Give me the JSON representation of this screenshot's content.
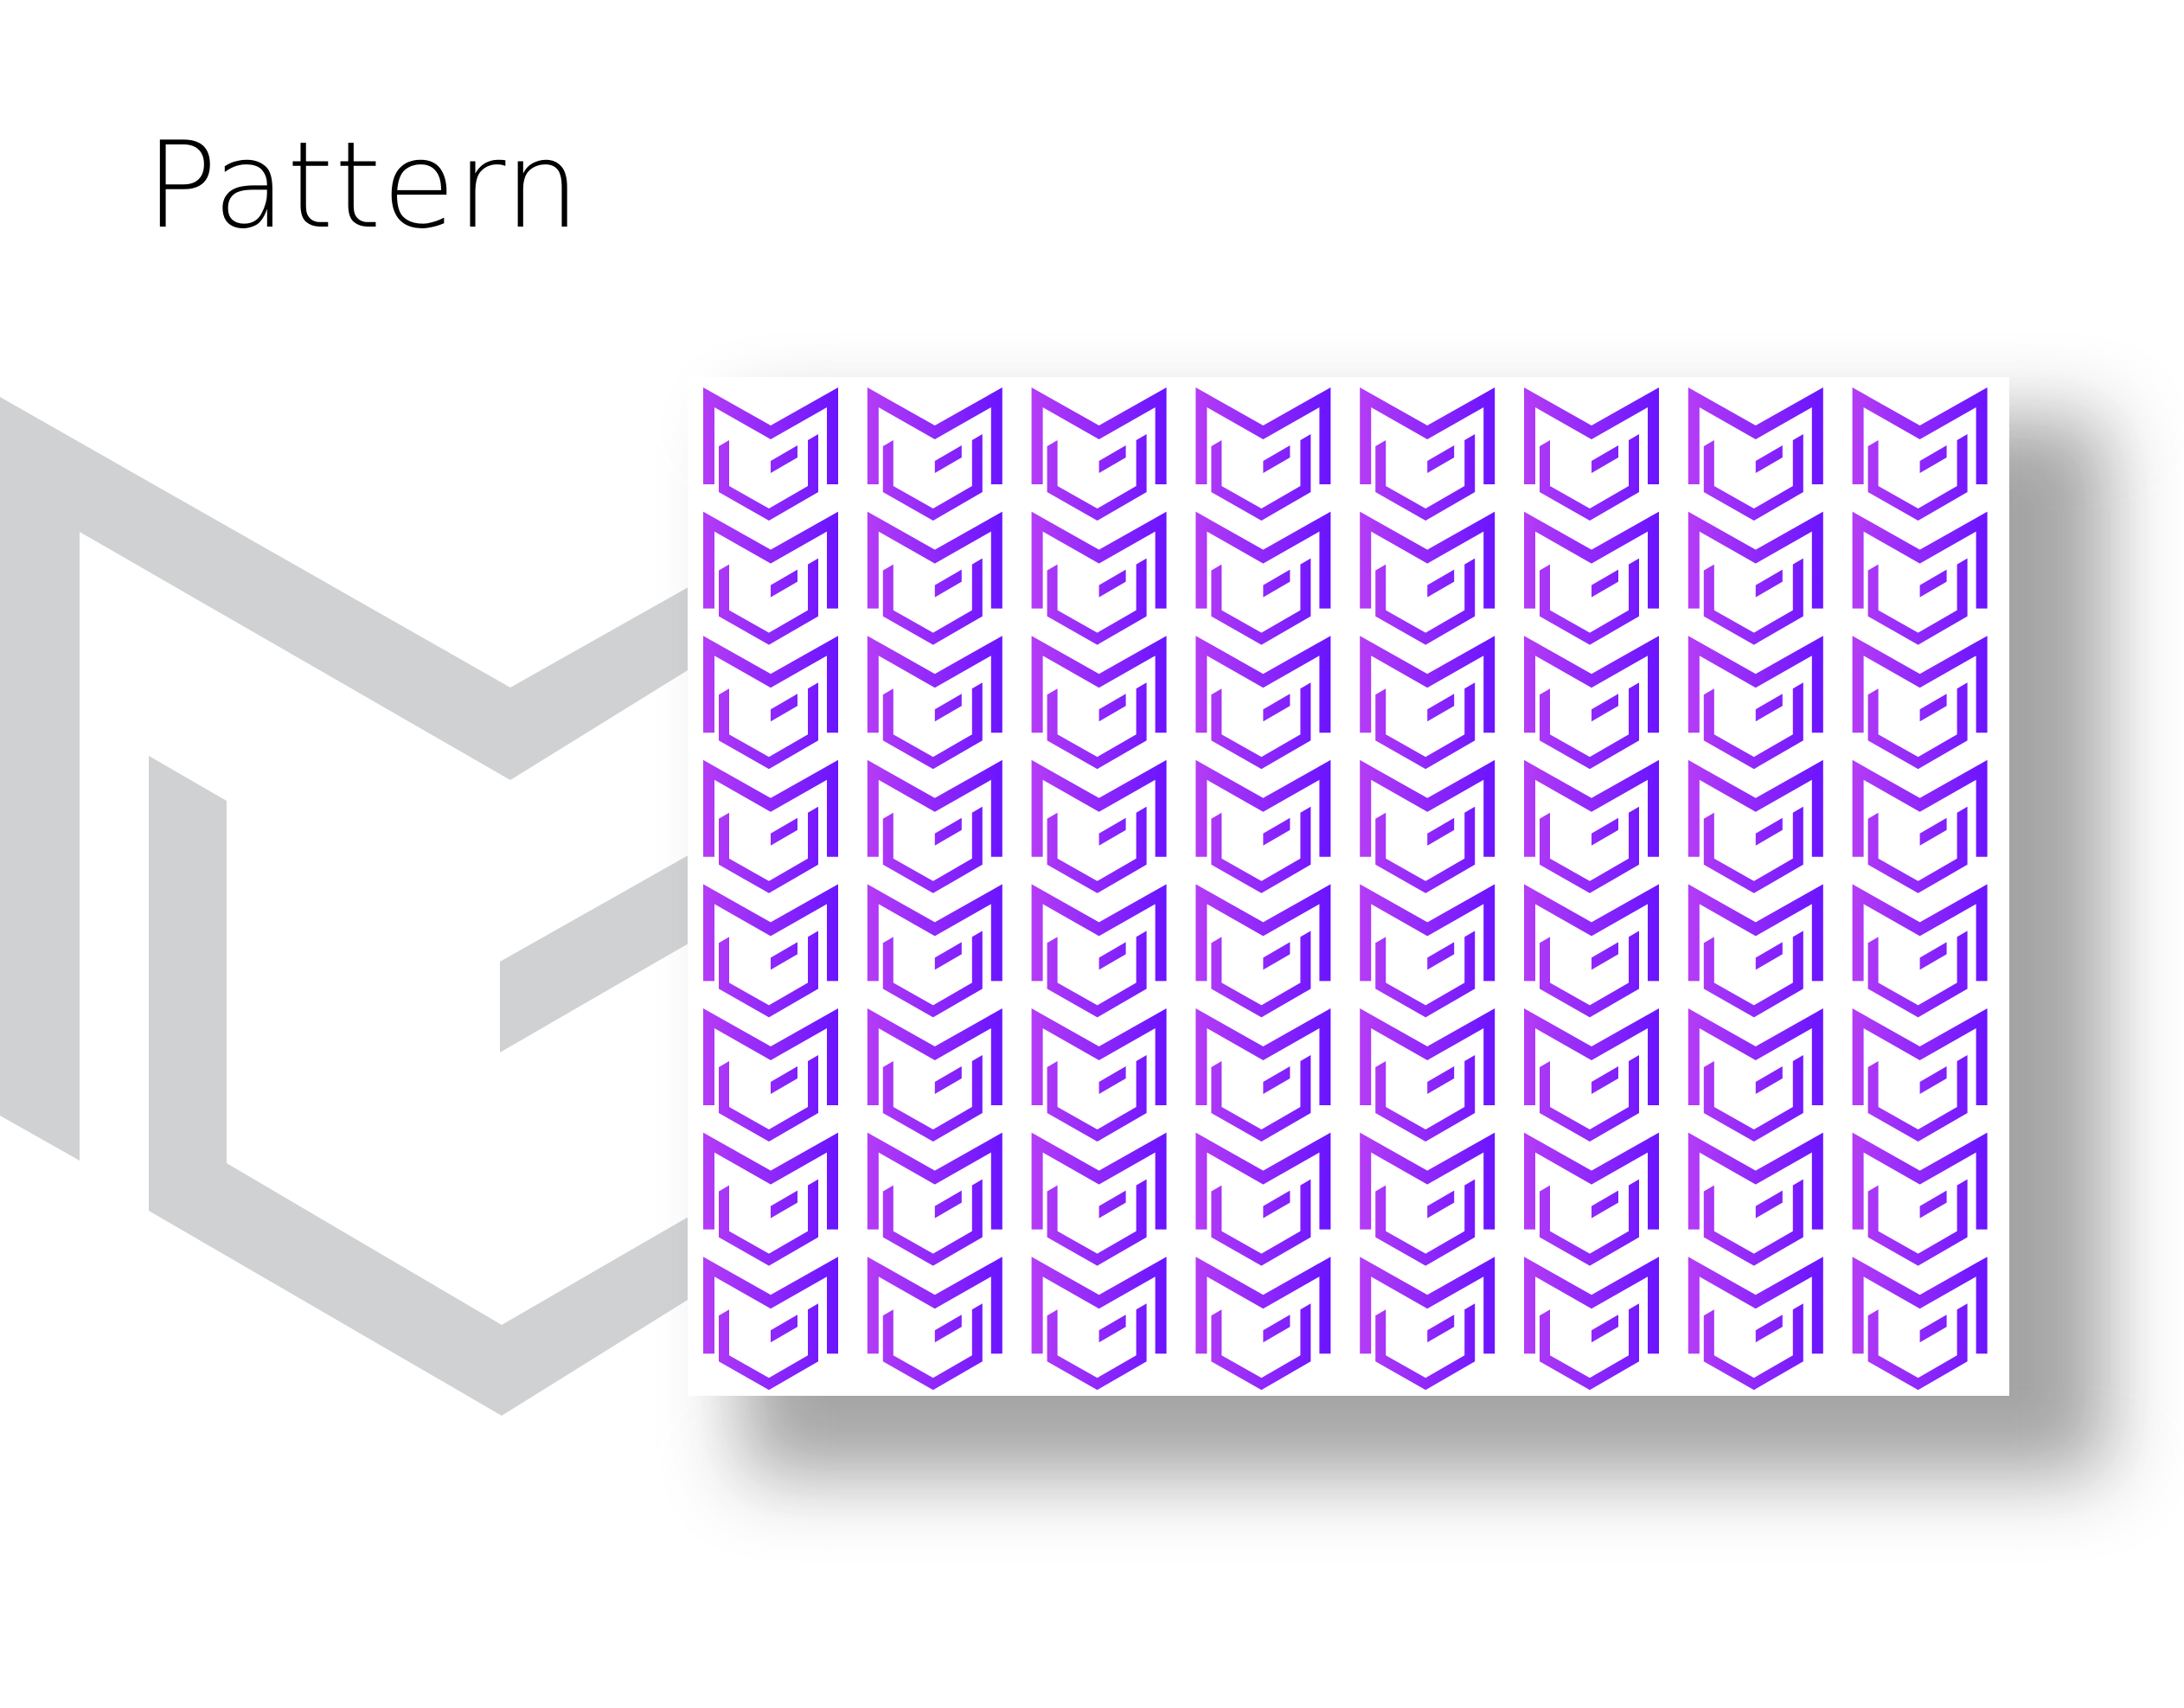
{
  "title": "Pattern",
  "colors": {
    "background": "#ffffff",
    "title_text": "#000000",
    "logo_gray": "#d0d1d3",
    "gradient_start": "#b43cf5",
    "gradient_end": "#6a14ff",
    "shadow": "#a0a0a0"
  },
  "pattern": {
    "motif": "m-logo-icon",
    "columns": 8,
    "rows": 8
  }
}
